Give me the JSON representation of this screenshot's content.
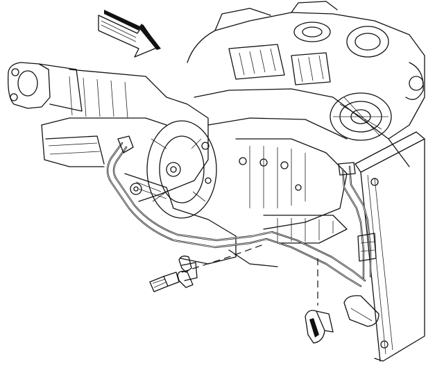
{
  "figure": {
    "kind": "exploded-assembly-illustration",
    "subject_parts": [
      "engine-block",
      "automatic-transmission",
      "radiator",
      "transmission-cooler-lines",
      "line-retaining-clip",
      "cooler-line-fitting",
      "line-bracket",
      "direction-arrow"
    ]
  },
  "colors": {
    "ink": "#111111",
    "paper": "#ffffff"
  },
  "icons": {
    "direction": "arrow-down-right-icon"
  }
}
